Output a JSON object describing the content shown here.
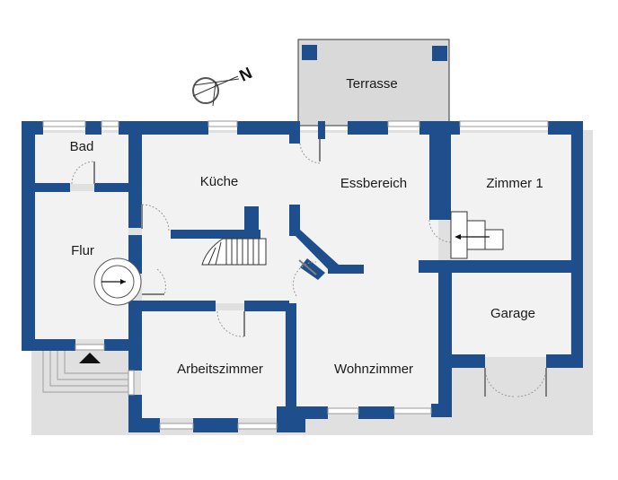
{
  "plan": {
    "compass": {
      "north_letter": "N"
    },
    "rooms": {
      "terrasse": "Terrasse",
      "bad": "Bad",
      "kueche": "Küche",
      "essbereich": "Essbereich",
      "zimmer1": "Zimmer 1",
      "flur": "Flur",
      "garage": "Garage",
      "arbeitszimmer": "Arbeitszimmer",
      "wohnzimmer": "Wohnzimmer"
    }
  },
  "colors": {
    "wall": "#1f4e8c",
    "floor": "#f2f2f2",
    "terrace": "#d9d9d9"
  }
}
